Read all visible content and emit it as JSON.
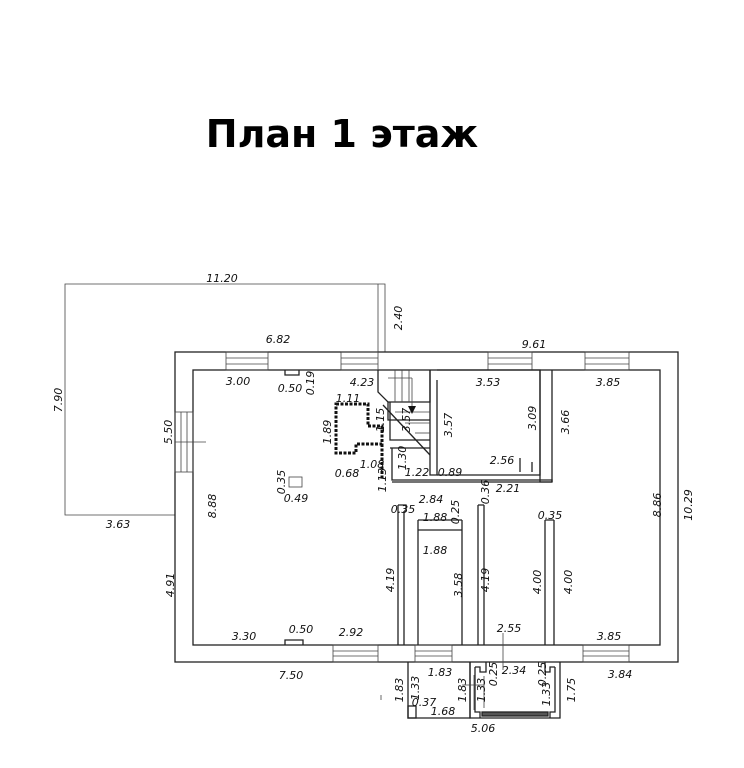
{
  "title": "План 1 этаж",
  "labels": [
    "11.20",
    "2.40",
    "7.90",
    "3.63",
    "6.82",
    "9.61",
    "3.00",
    "0.50",
    "0.19",
    "4.23",
    "3.53",
    "3.85",
    "1.11",
    "1.89",
    "1.15",
    "3.57",
    "3.57",
    "3.09",
    "3.66",
    "5.50",
    "0.68",
    "1.08",
    "1.30",
    "1.22",
    "0.89",
    "2.56",
    "1.13",
    "0.35",
    "0.49",
    "0.36",
    "2.21",
    "2.84",
    "0.35",
    "1.88",
    "0.25",
    "0.35",
    "1.88",
    "8.88",
    "8.86",
    "10.29",
    "4.19",
    "3.58",
    "4.19",
    "4.00",
    "4.00",
    "4.91",
    "3.30",
    "0.50",
    "2.92",
    "2.55",
    "3.85",
    "7.50",
    "1.83",
    "0.25",
    "2.34",
    "0.25",
    "3.84",
    "1.83",
    "1.33",
    "1.83",
    "1.33",
    "1.33",
    "1.75",
    "0.37",
    "1.68",
    "5.06"
  ]
}
